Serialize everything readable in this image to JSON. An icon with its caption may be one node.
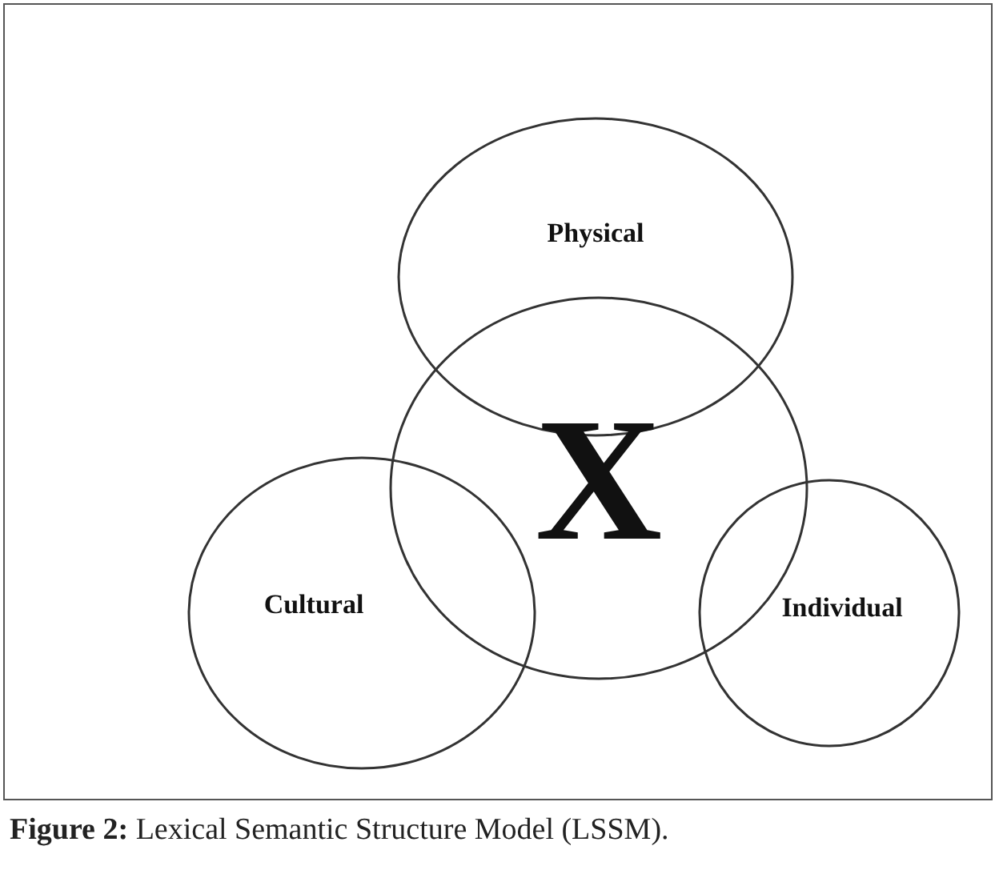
{
  "diagram": {
    "caption": "**Figure 2:** Lexical Semantic Structure Model (LSSM).",
    "nodes": [
      {
        "text": [
          "Physical"
        ]
      },
      {
        "text": [
          "X"
        ]
      },
      {
        "text": [
          "Cultural"
        ]
      },
      {
        "text": [
          "Individual"
        ]
      }
    ]
  }
}
